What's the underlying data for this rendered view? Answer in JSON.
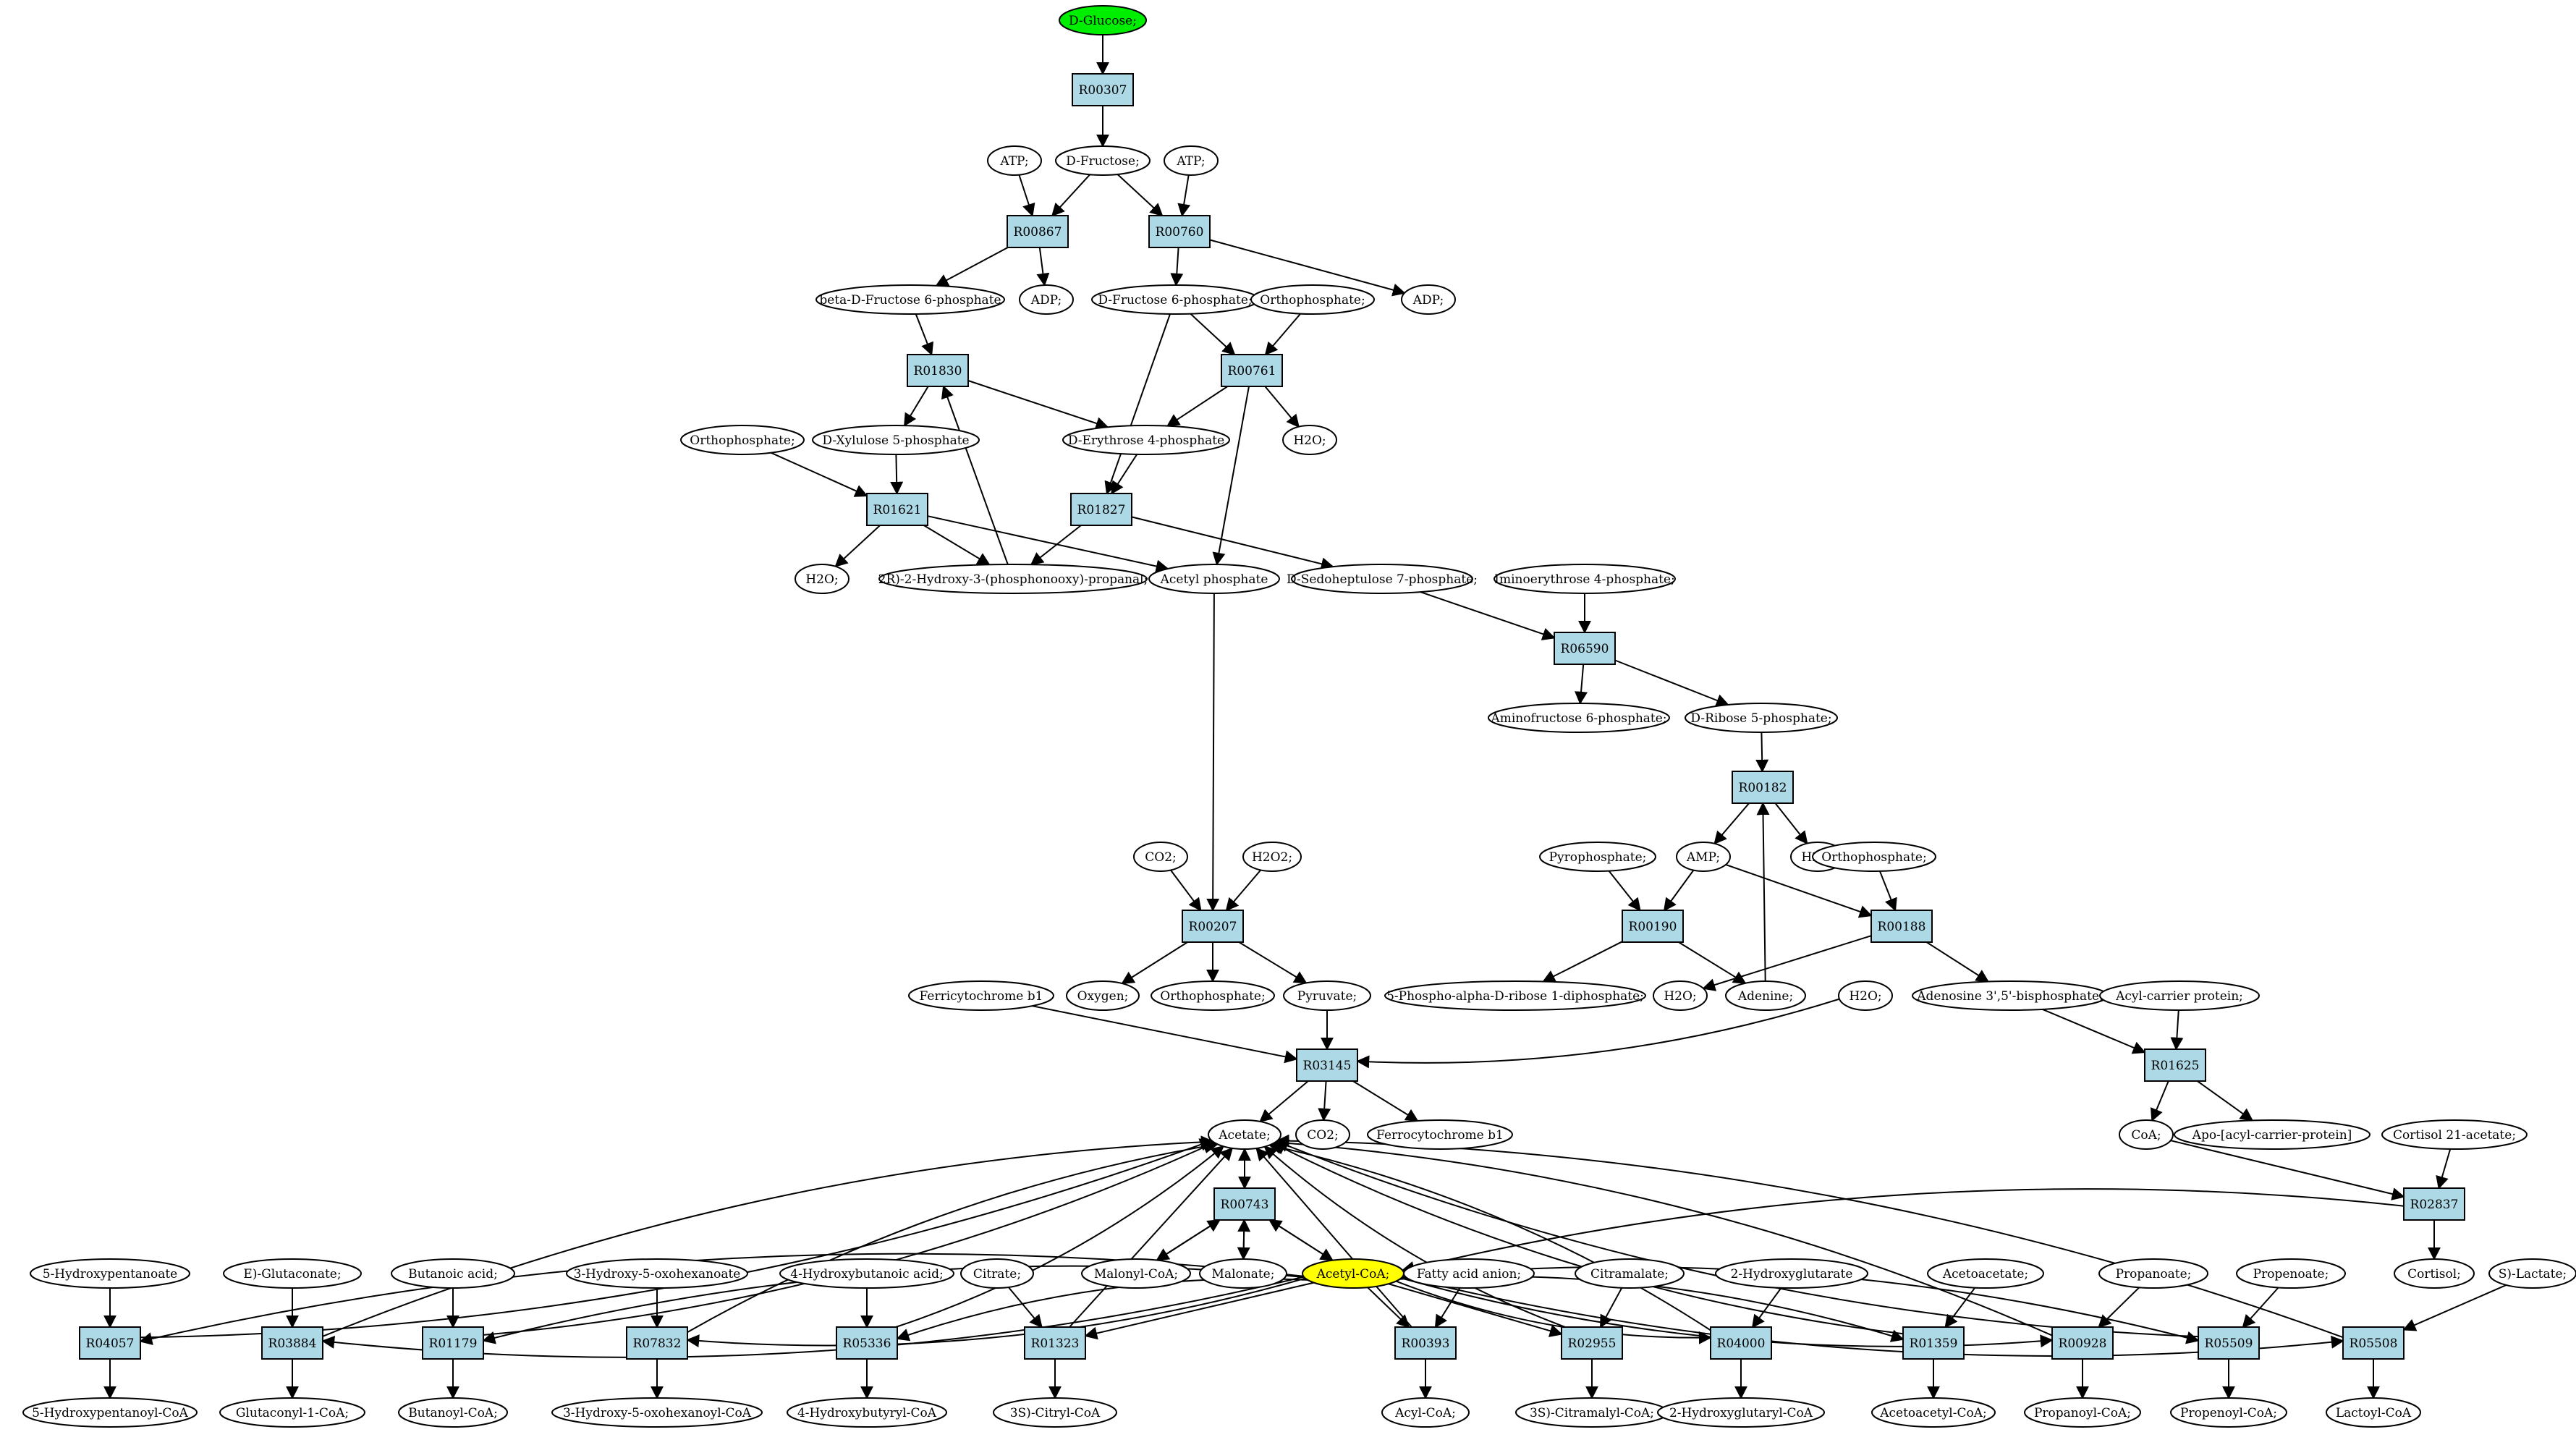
{
  "colors": {
    "reaction": "#add8e6",
    "compound": "#ffffff",
    "source": "#00ee00",
    "target": "#ffff00",
    "line": "#000000"
  },
  "reactions": {
    "R00307": "R00307",
    "R00867": "R00867",
    "R00760": "R00760",
    "R01830": "R01830",
    "R00761": "R00761",
    "R01621": "R01621",
    "R01827": "R01827",
    "R06590": "R06590",
    "R00182": "R00182",
    "R00207": "R00207",
    "R00190": "R00190",
    "R00188": "R00188",
    "R03145": "R03145",
    "R01625": "R01625",
    "R00743": "R00743",
    "R02837": "R02837",
    "R04057": "R04057",
    "R03884": "R03884",
    "R01179": "R01179",
    "R07832": "R07832",
    "R05336": "R05336",
    "R01323": "R01323",
    "R00393": "R00393",
    "R02955": "R02955",
    "R04000": "R04000",
    "R01359": "R01359",
    "R00928": "R00928",
    "R05509": "R05509",
    "R05508": "R05508"
  },
  "compounds": {
    "glucose": "D-Glucose;",
    "atp1": "ATP;",
    "fructose": "D-Fructose;",
    "atp2": "ATP;",
    "betaF6P": "beta-D-Fructose 6-phosphate",
    "adp1": "ADP;",
    "f6p": "D-Fructose 6-phosphate;",
    "ortho1": "Orthophosphate;",
    "adp2": "ADP;",
    "ortho2": "Orthophosphate;",
    "x5p": "D-Xylulose 5-phosphate",
    "e4p": "D-Erythrose 4-phosphate",
    "h2o_a": "H2O;",
    "h2o_b": "H2O;",
    "g3p": "2R)-2-Hydroxy-3-(phosphonooxy)-propanal;",
    "acetylP": "Acetyl phosphate",
    "s7p": "D-Sedoheptulose 7-phosphate;",
    "iminoE4P": "Iminoerythrose 4-phosphate;",
    "aminoF6P": "Aminofructose 6-phosphate;",
    "r5p": "D-Ribose 5-phosphate;",
    "pyroP": "Pyrophosphate;",
    "amp": "AMP;",
    "h2o_c": "H2O;",
    "ortho3": "Orthophosphate;",
    "co2_a": "CO2;",
    "h2o2": "H2O2;",
    "oxygen": "Oxygen;",
    "ortho4": "Orthophosphate;",
    "pyruvate": "Pyruvate;",
    "prpp": "5-Phospho-alpha-D-ribose 1-diphosphate;",
    "adenine": "Adenine;",
    "h2o_d": "H2O;",
    "adenosineBP": "Adenosine 3',5'-bisphosphate;",
    "ferricyt": "Ferricytochrome b1",
    "h2o_e": "H2O;",
    "acp": "Acyl-carrier protein;",
    "acetate": "Acetate;",
    "co2_b": "CO2;",
    "ferrocyt": "Ferrocytochrome b1",
    "coa": "CoA;",
    "apoAcp": "Apo-[acyl-carrier-protein]",
    "cortisolAc": "Cortisol 21-acetate;",
    "malonylCoA": "Malonyl-CoA;",
    "malonate": "Malonate;",
    "acetylCoA": "Acetyl-CoA;",
    "cortisol": "Cortisol;",
    "hydroxypentanoate": "5-Hydroxypentanoate",
    "glutaconate": "E)-Glutaconate;",
    "butanoic": "Butanoic acid;",
    "hydroxyoxohexanoate": "3-Hydroxy-5-oxohexanoate",
    "hydroxybutanoic": "4-Hydroxybutanoic acid;",
    "citrate": "Citrate;",
    "fattyAcid": "Fatty acid anion;",
    "citramalate": "Citramalate;",
    "hydroxyglutarate": "2-Hydroxyglutarate",
    "acetoacetate": "Acetoacetate;",
    "propanoate": "Propanoate;",
    "propenoate": "Propenoate;",
    "lactate": "S)-Lactate;",
    "hydroxypentanoylCoA": "5-Hydroxypentanoyl-CoA",
    "glutaconylCoA": "Glutaconyl-1-CoA;",
    "butanoylCoA": "Butanoyl-CoA;",
    "hydroxyoxohexanoylCoA": "3-Hydroxy-5-oxohexanoyl-CoA",
    "hydroxybutyrylCoA": "4-Hydroxybutyryl-CoA",
    "citrylCoA": "3S)-Citryl-CoA",
    "acylCoA": "Acyl-CoA;",
    "citramalylCoA": "3S)-Citramalyl-CoA;",
    "hydroxyglutarylCoA": "2-Hydroxyglutaryl-CoA",
    "acetoacetylCoA": "Acetoacetyl-CoA;",
    "propanoylCoA": "Propanoyl-CoA;",
    "propenoylCoA": "Propenoyl-CoA;",
    "lactoylCoA": "Lactoyl-CoA"
  }
}
